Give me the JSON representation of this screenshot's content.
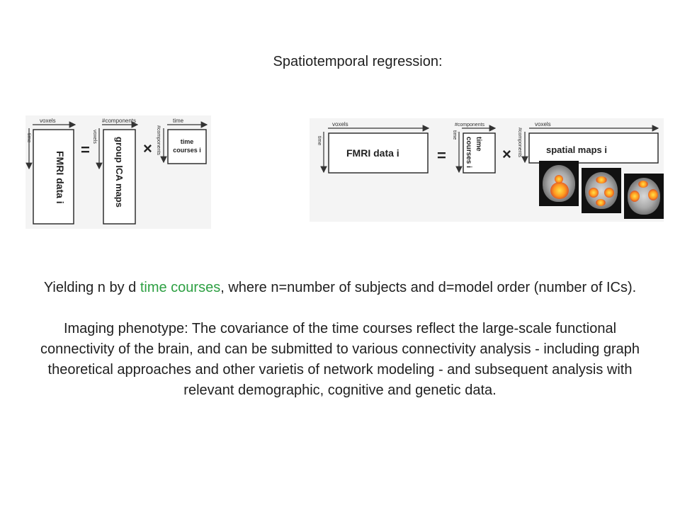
{
  "title": "Spatiotemporal regression:",
  "left_figure": {
    "axis_voxels": "voxels",
    "axis_time": "time",
    "data_box": "FMRI data i",
    "equals": "=",
    "axis_voxels_small": "voxels",
    "axis_components": "#components",
    "maps_box": "group ICA maps",
    "times": "×",
    "axis_components_small": "#components",
    "axis_time_top": "time",
    "tc_box_line1": "time",
    "tc_box_line2": "courses i"
  },
  "right_figure": {
    "axis_voxels": "voxels",
    "axis_time": "time",
    "data_box": "FMRI data i",
    "equals": "=",
    "axis_components": "#components",
    "axis_time_small": "time",
    "tc_box_line1": "time",
    "tc_box_line2": "courses i",
    "times": "×",
    "axis_components_small": "#components",
    "axis_voxels_top": "voxels",
    "maps_box": "spatial maps i"
  },
  "text": {
    "line1_pre": "Yielding n by d ",
    "line1_highlight": "time courses",
    "line1_post": ", where n=number of subjects and d=model order (number of ICs).",
    "paragraph2": "Imaging phenotype: The covariance of the time courses reflect the large-scale functional connectivity of the brain, and can be submitted to various connectivity analysis - including graph theoretical approaches and other varietis of network modeling - and subsequent analysis with relevant demographic, cognitive and genetic data."
  },
  "colors": {
    "highlight": "#2ea043",
    "figure_bg": "#f4f4f4"
  }
}
